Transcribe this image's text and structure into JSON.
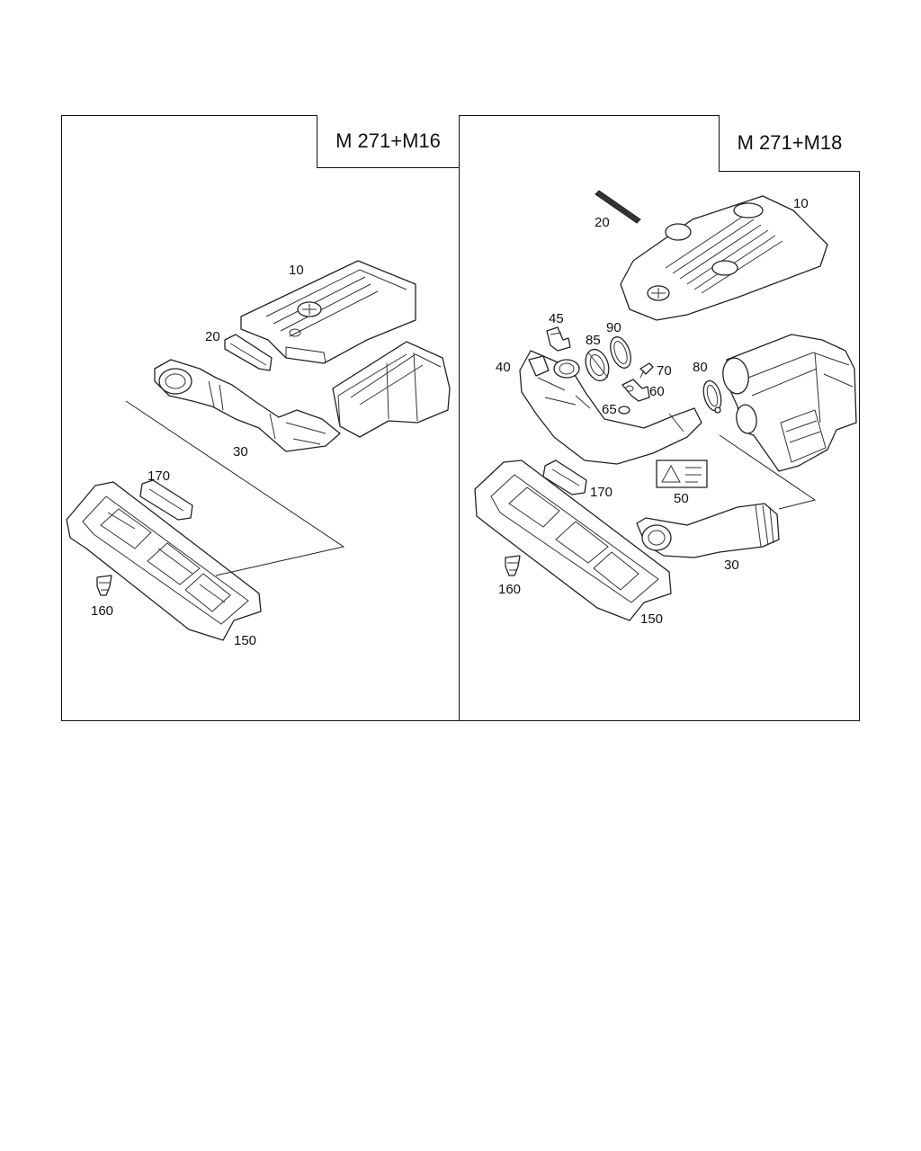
{
  "panels": [
    {
      "title": "M 271+M16",
      "labels": {
        "p10": "10",
        "p20": "20",
        "p30": "30",
        "p170": "170",
        "p160": "160",
        "p150": "150"
      }
    },
    {
      "title": "M 271+M18",
      "labels": {
        "p20": "20",
        "p10": "10",
        "p45": "45",
        "p90": "90",
        "p85": "85",
        "p40": "40",
        "p70": "70",
        "p80": "80",
        "p60": "60",
        "p65": "65",
        "p170": "170",
        "p50": "50",
        "p30": "30",
        "p160": "160",
        "p150": "150"
      }
    }
  ]
}
